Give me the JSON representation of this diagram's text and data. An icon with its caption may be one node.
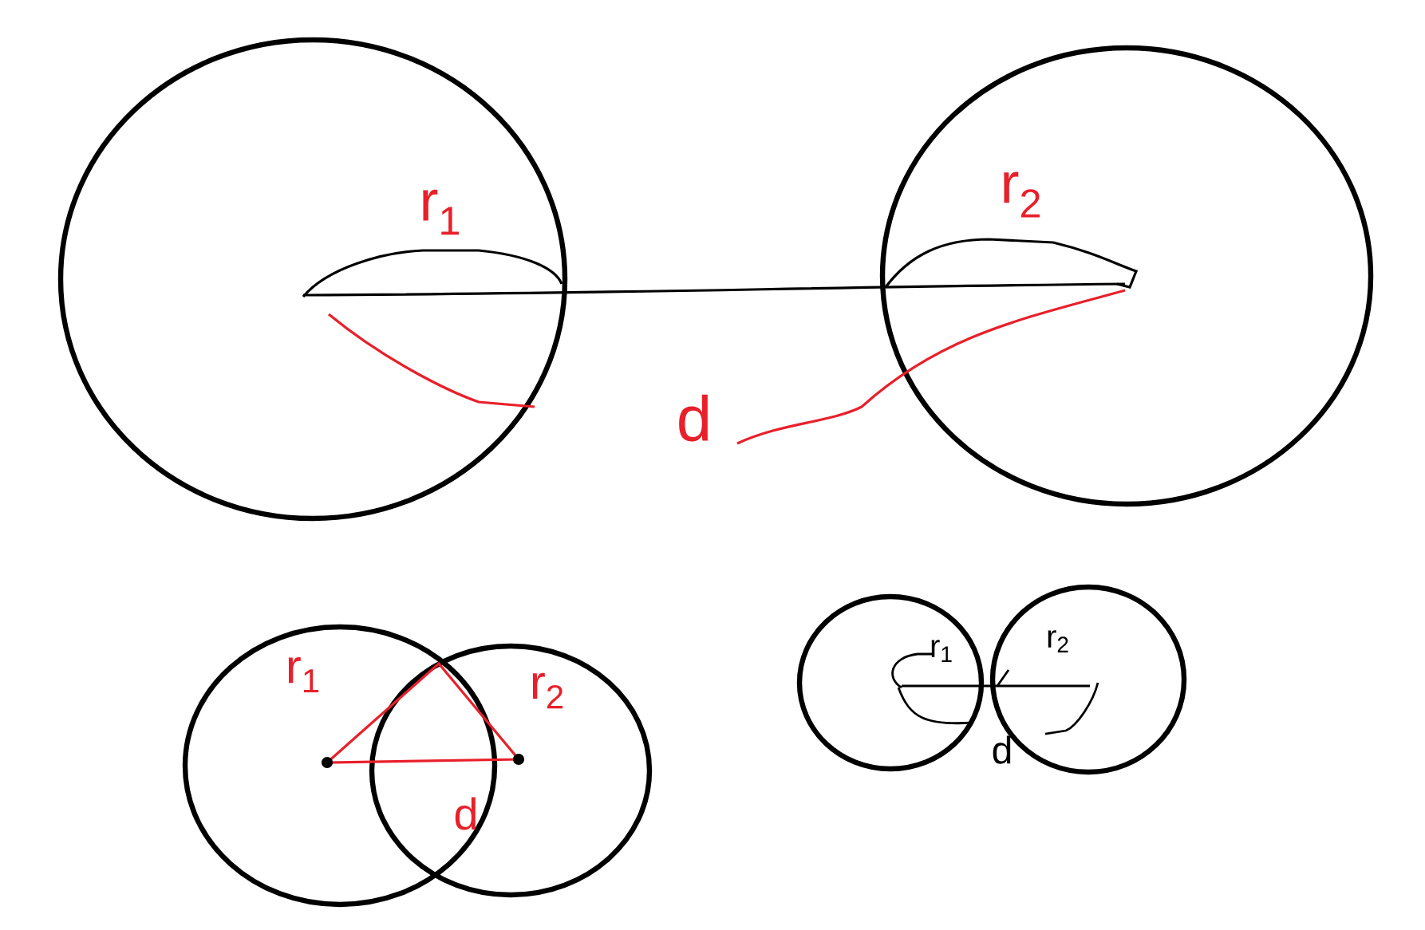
{
  "diagram": {
    "labels": [
      "r$_{1}$",
      "r$_{2}$",
      "d",
      "r$_{1}$",
      "r$_{2}$",
      "d",
      "r$_{1}$",
      "r$_{2}$",
      "d"
    ]
  }
}
